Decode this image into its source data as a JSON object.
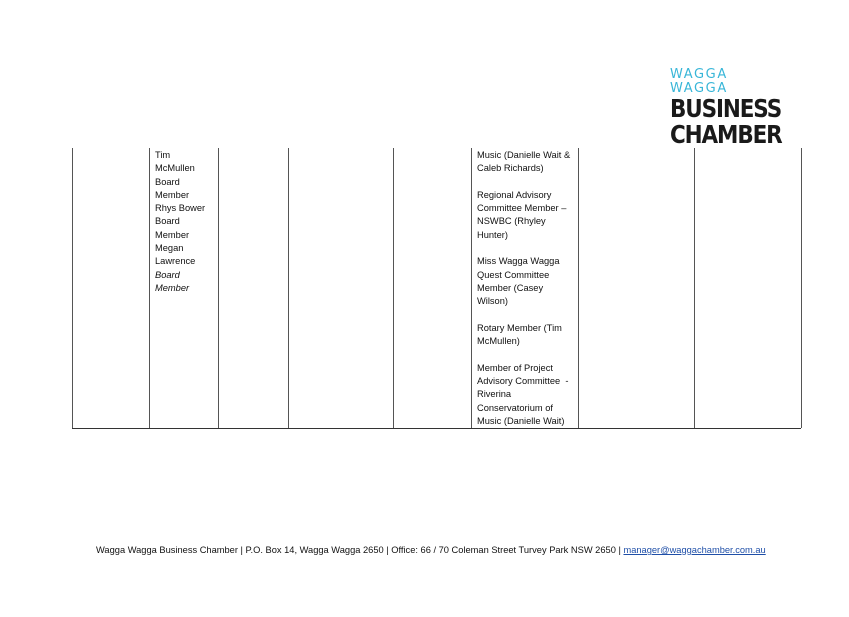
{
  "logo": {
    "top_line": "WAGGA WAGGA",
    "line1": "BUSINESS",
    "line2": "CHAMBER",
    "accent_color": "#38b6d8"
  },
  "table": {
    "col2_lines": [
      {
        "text": "Tim",
        "italic": false
      },
      {
        "text": "McMullen",
        "italic": false
      },
      {
        "text": "Board",
        "italic": false
      },
      {
        "text": "Member",
        "italic": false
      },
      {
        "text": "Rhys Bower",
        "italic": false
      },
      {
        "text": "Board",
        "italic": false
      },
      {
        "text": "Member",
        "italic": false
      },
      {
        "text": "Megan",
        "italic": false
      },
      {
        "text": "Lawrence",
        "italic": false
      },
      {
        "text": "Board",
        "italic": true
      },
      {
        "text": "Member",
        "italic": true
      }
    ],
    "col6_lines": [
      "Music (Danielle Wait &",
      "Caleb Richards)",
      "",
      "Regional Advisory",
      "Committee Member –",
      "NSWBC (Rhyley",
      "Hunter)",
      "",
      "Miss Wagga Wagga",
      "Quest Committee",
      "Member (Casey",
      "Wilson)",
      "",
      "Rotary Member (Tim",
      "McMullen)",
      "",
      "Member of Project",
      "Advisory Committee  -",
      "Riverina",
      "Conservatorium of",
      "Music (Danielle Wait)"
    ]
  },
  "footer": {
    "text": "Wagga Wagga Business Chamber | P.O. Box 14, Wagga Wagga 2650 | Office: 66 / 70 Coleman Street Turvey Park NSW 2650 | ",
    "email": "manager@waggachamber.com.au"
  }
}
